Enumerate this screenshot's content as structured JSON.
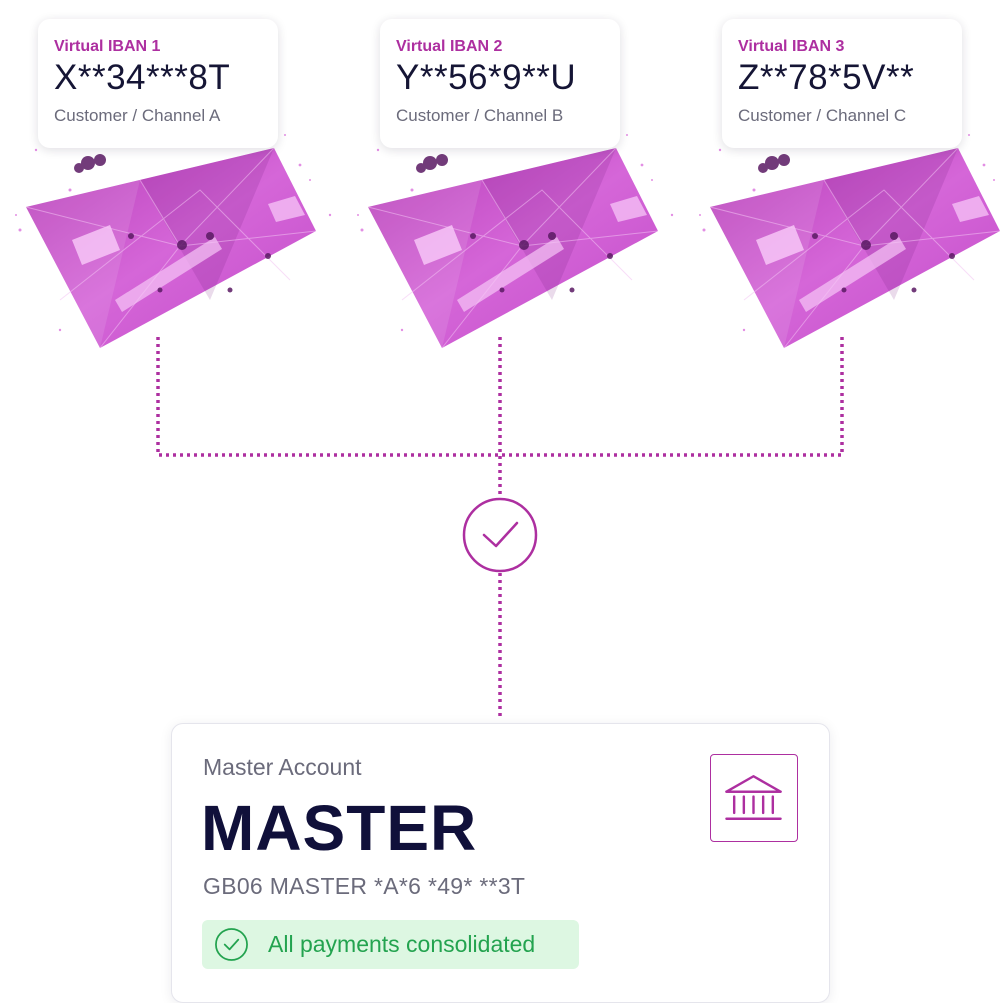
{
  "colors": {
    "accent": "#ad2fa0",
    "card_pink": "#c24bc9",
    "text_dark": "#151535",
    "text_muted": "#6b6b7b",
    "success_text": "#23a34f",
    "success_bg": "#ddf7e2"
  },
  "virtual_ibans": [
    {
      "label": "Virtual IBAN 1",
      "value": "X**34***8T",
      "channel": "Customer / Channel A"
    },
    {
      "label": "Virtual IBAN 2",
      "value": "Y**56*9**U",
      "channel": "Customer / Channel B"
    },
    {
      "label": "Virtual IBAN 3",
      "value": "Z**78*5V**",
      "channel": "Customer / Channel C"
    }
  ],
  "hub": {
    "icon": "check-circle-icon"
  },
  "master": {
    "label": "Master Account",
    "title": "MASTER",
    "iban": "GB06 MASTER *A*6 *49* **3T",
    "bank_icon": "bank-building-icon",
    "status": {
      "text": "All payments consolidated",
      "icon": "check-circle-icon"
    }
  }
}
